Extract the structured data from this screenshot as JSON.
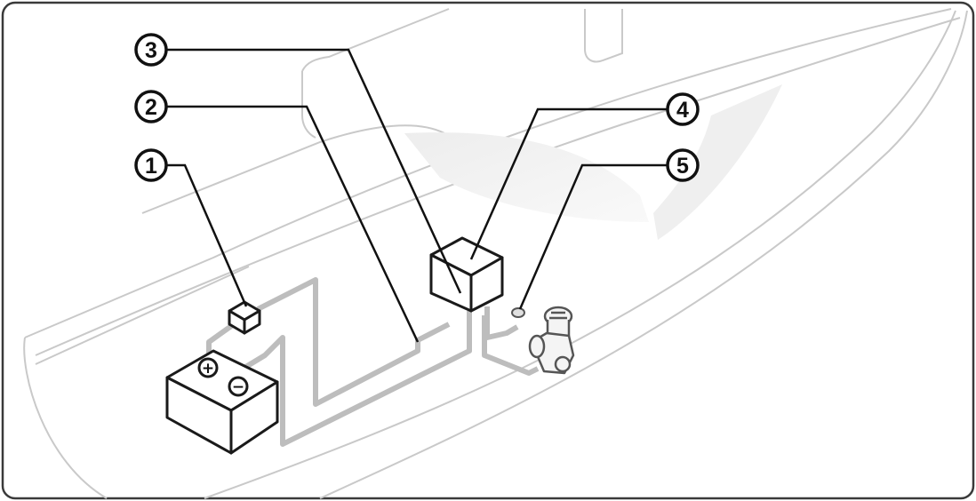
{
  "callouts": [
    {
      "id": 1,
      "label": "1"
    },
    {
      "id": 2,
      "label": "2"
    },
    {
      "id": 3,
      "label": "3"
    },
    {
      "id": 4,
      "label": "4"
    },
    {
      "id": 5,
      "label": "5"
    }
  ],
  "battery": {
    "positive_label": "+",
    "negative_label": "−"
  },
  "colors": {
    "frame": "#3a3a3a",
    "hull_line": "#c9c9c9",
    "hull_shade": "#e6e6e6",
    "wire": "#bdbdbd",
    "component_fill": "#ffffff",
    "component_stroke": "#1a1a1a",
    "leader": "#111111"
  },
  "icons": [
    "battery-icon",
    "fuse-icon",
    "control-box-icon",
    "ground-terminal-icon",
    "pump-icon"
  ]
}
